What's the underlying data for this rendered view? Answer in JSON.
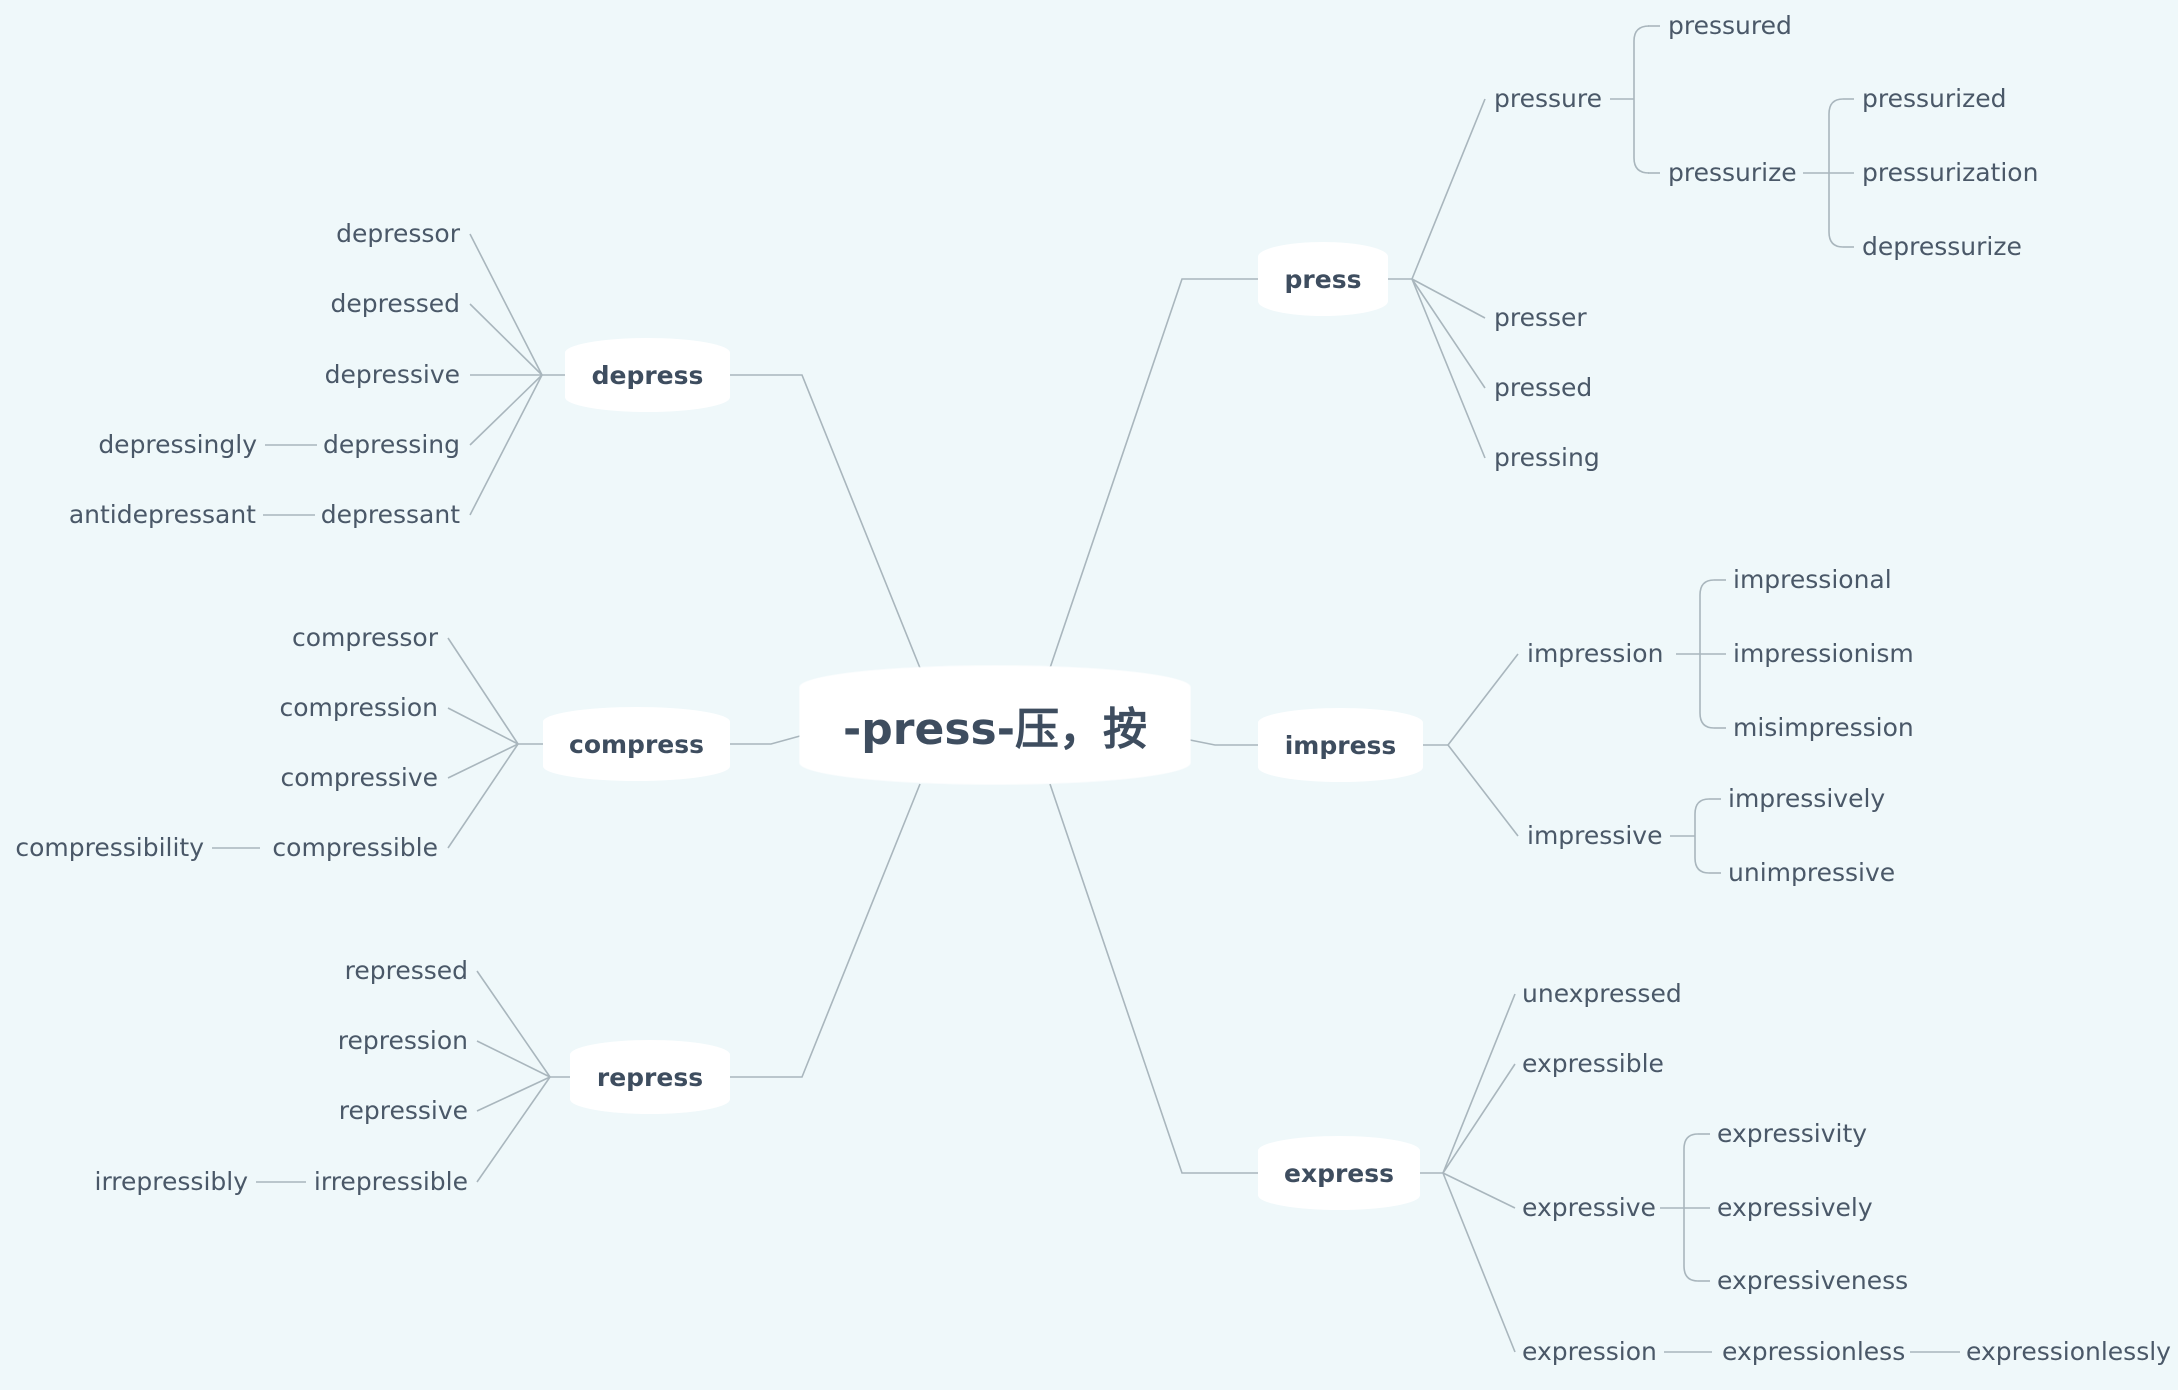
{
  "center": {
    "label": "-press-压，按"
  },
  "branches": {
    "press": "press",
    "depress": "depress",
    "compress": "compress",
    "repress": "repress",
    "impress": "impress",
    "express": "express"
  },
  "words": {
    "pressure": "pressure",
    "pressured": "pressured",
    "pressurize": "pressurize",
    "pressurized": "pressurized",
    "pressurization": "pressurization",
    "depressurize": "depressurize",
    "presser": "presser",
    "pressed": "pressed",
    "pressing": "pressing",
    "depressor": "depressor",
    "depressed": "depressed",
    "depressive": "depressive",
    "depressing": "depressing",
    "depressingly": "depressingly",
    "depressant": "depressant",
    "antidepressant": "antidepressant",
    "compressor": "compressor",
    "compression": "compression",
    "compressive": "compressive",
    "compressible": "compressible",
    "compressibility": "compressibility",
    "repressed": "repressed",
    "repression": "repression",
    "repressive": "repressive",
    "irrepressible": "irrepressible",
    "irrepressibly": "irrepressibly",
    "impression": "impression",
    "impressional": "impressional",
    "impressionism": "impressionism",
    "misimpression": "misimpression",
    "impressive": "impressive",
    "impressively": "impressively",
    "unimpressive": "unimpressive",
    "unexpressed": "unexpressed",
    "expressible": "expressible",
    "expressive": "expressive",
    "expressivity": "expressivity",
    "expressively": "expressively",
    "expressiveness": "expressiveness",
    "expression": "expression",
    "expressionless": "expressionless",
    "expressionlessly": "expressionlessly"
  },
  "colors": {
    "background": "#eff8fa",
    "node_fill": "#ffffff",
    "node_text": "#3e4d5f",
    "leaf_text": "#4a5868",
    "connector": "#a9b6bd"
  }
}
